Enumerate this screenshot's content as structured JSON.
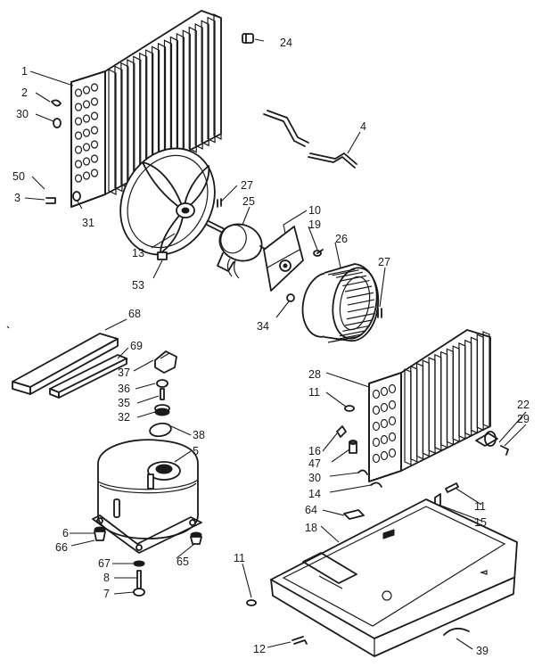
{
  "callouts": [
    {
      "id": "c1",
      "text": "1"
    },
    {
      "id": "c2",
      "text": "2"
    },
    {
      "id": "c30a",
      "text": "30"
    },
    {
      "id": "c50",
      "text": "50"
    },
    {
      "id": "c3",
      "text": "3"
    },
    {
      "id": "c31",
      "text": "31"
    },
    {
      "id": "c24",
      "text": "24"
    },
    {
      "id": "c4",
      "text": "4"
    },
    {
      "id": "c27a",
      "text": "27"
    },
    {
      "id": "c25",
      "text": "25"
    },
    {
      "id": "c10",
      "text": "10"
    },
    {
      "id": "c19",
      "text": "19"
    },
    {
      "id": "c26",
      "text": "26"
    },
    {
      "id": "c27b",
      "text": "27"
    },
    {
      "id": "c13",
      "text": "13"
    },
    {
      "id": "c53",
      "text": "53"
    },
    {
      "id": "c34",
      "text": "34"
    },
    {
      "id": "c68",
      "text": "68"
    },
    {
      "id": "c69",
      "text": "69"
    },
    {
      "id": "c37",
      "text": "37"
    },
    {
      "id": "c36",
      "text": "36"
    },
    {
      "id": "c35",
      "text": "35"
    },
    {
      "id": "c32",
      "text": "32"
    },
    {
      "id": "c38",
      "text": "38"
    },
    {
      "id": "c5",
      "text": "5"
    },
    {
      "id": "c28",
      "text": "28"
    },
    {
      "id": "c11a",
      "text": "11"
    },
    {
      "id": "c22",
      "text": "22"
    },
    {
      "id": "c29",
      "text": "29"
    },
    {
      "id": "c16",
      "text": "16"
    },
    {
      "id": "c47",
      "text": "47"
    },
    {
      "id": "c30b",
      "text": "30"
    },
    {
      "id": "c14",
      "text": "14"
    },
    {
      "id": "c11b",
      "text": "11"
    },
    {
      "id": "c15",
      "text": "15"
    },
    {
      "id": "c64",
      "text": "64"
    },
    {
      "id": "c18",
      "text": "18"
    },
    {
      "id": "c6",
      "text": "6"
    },
    {
      "id": "c66",
      "text": "66"
    },
    {
      "id": "c67",
      "text": "67"
    },
    {
      "id": "c65",
      "text": "65"
    },
    {
      "id": "c8",
      "text": "8"
    },
    {
      "id": "c7",
      "text": "7"
    },
    {
      "id": "c11c",
      "text": "11"
    },
    {
      "id": "c12",
      "text": "12"
    },
    {
      "id": "c39",
      "text": "39"
    }
  ]
}
